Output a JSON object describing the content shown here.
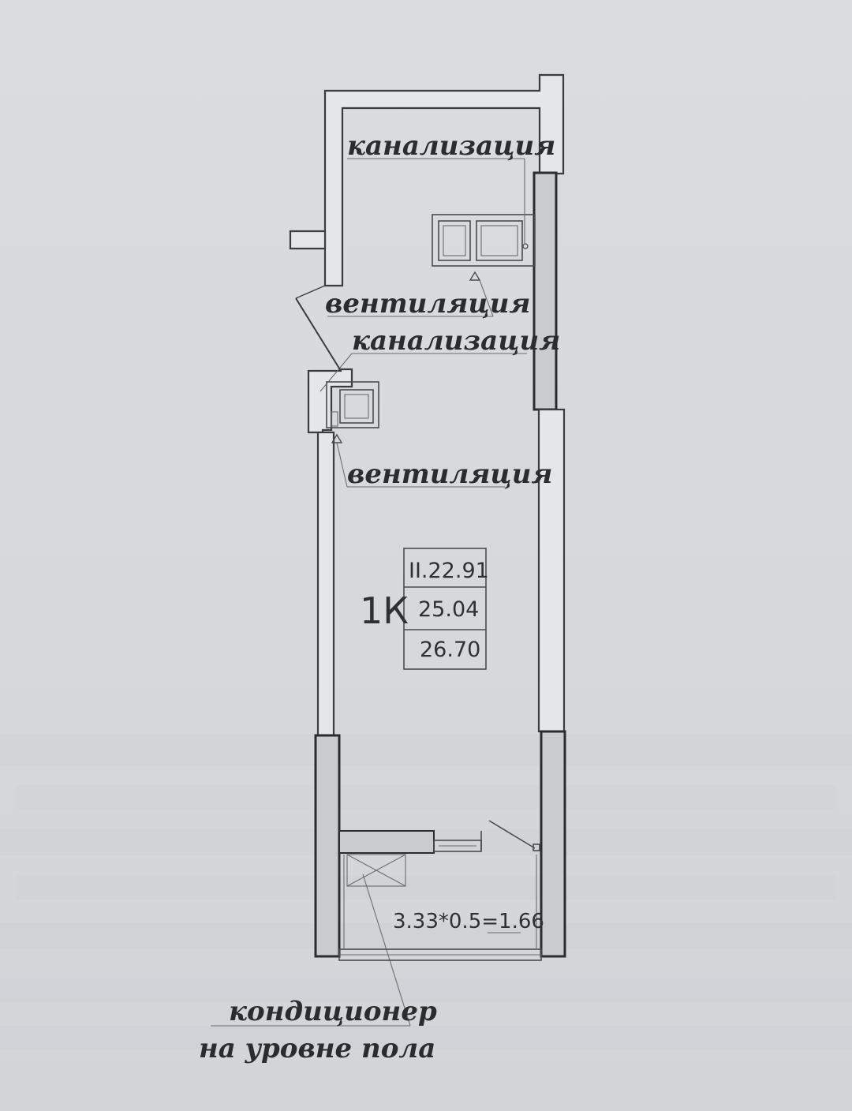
{
  "labels": {
    "sewer_top": "канализация",
    "ventilation_top": "вентиляция",
    "sewer_middle": "канализация",
    "ventilation_bottom": "вентиляция",
    "ac_line1": "кондиционер",
    "ac_line2": "на уровне пола"
  },
  "apartment": {
    "type": "1К",
    "area_living": "II.22.91",
    "area_total": "25.04",
    "area_with_balcony": "26.70"
  },
  "balcony": {
    "formula": "3.33*0.5=1.66"
  },
  "colors": {
    "ink": "#2a2c2e",
    "paper": "#d9dcdf",
    "wall_fill": "#e4e6e8"
  }
}
